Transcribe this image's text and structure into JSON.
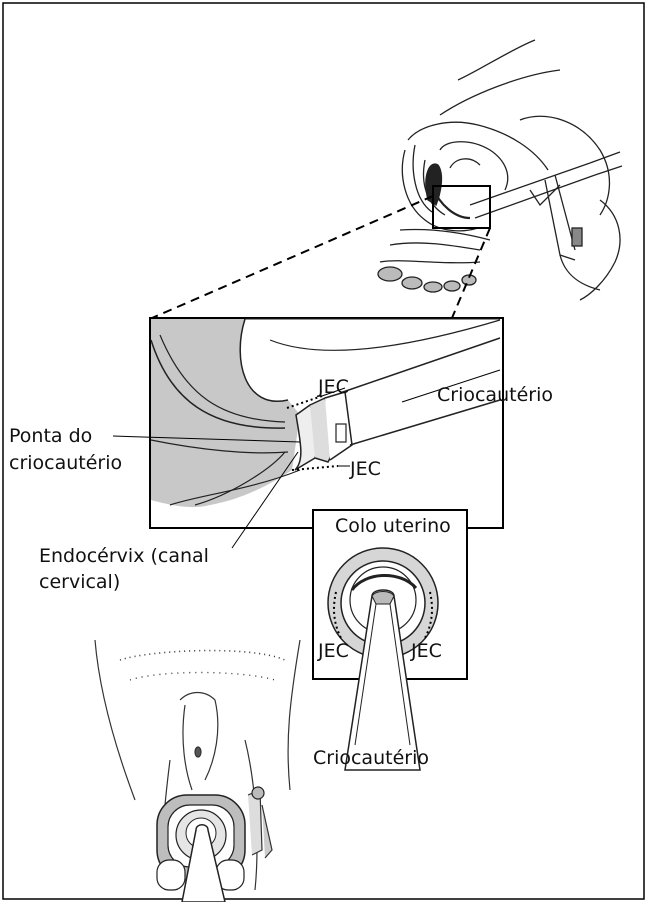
{
  "labels": {
    "jec_top": "JEC",
    "jec_bottom": "JEC",
    "criocauterio_top": "Criocautério",
    "ponta_line1": "Ponta do",
    "ponta_line2": "criocautério",
    "endocervix_line1": "Endocérvix (canal",
    "endocervix_line2": "cervical)",
    "colo_uterino": "Colo uterino",
    "jec_left": "JEC",
    "jec_right": "JEC",
    "criocauterio_bottom": "Criocautério"
  }
}
